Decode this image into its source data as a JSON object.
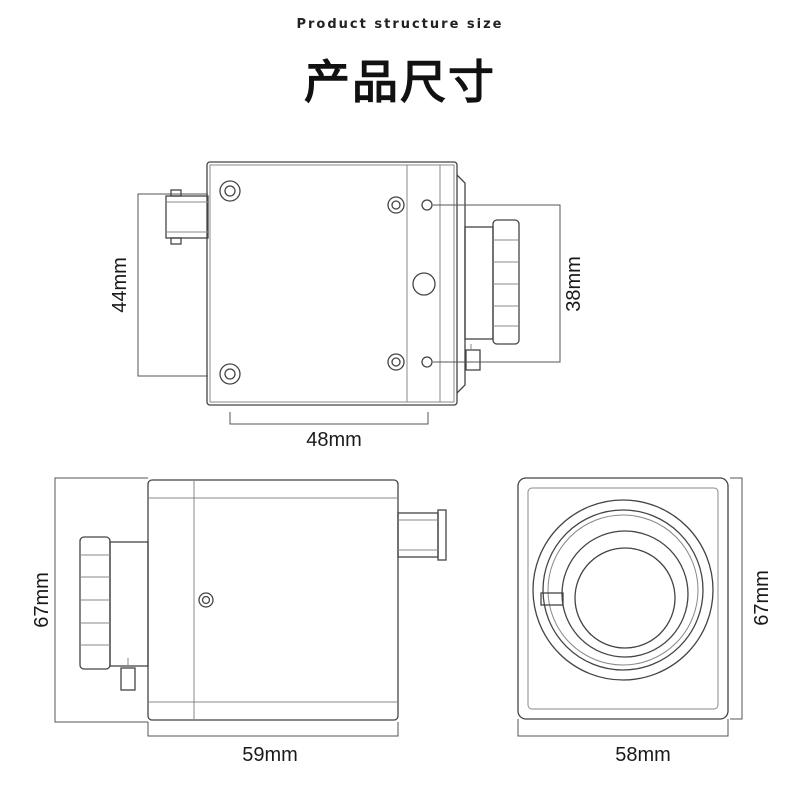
{
  "header": {
    "subtitle": "Product structure size",
    "title": "产品尺寸"
  },
  "dimensions": {
    "top_view_height": "44mm",
    "top_view_width": "48mm",
    "top_view_hole_spacing": "38mm",
    "side_view_height": "67mm",
    "side_view_length": "59mm",
    "front_view_height": "67mm",
    "front_view_width": "58mm"
  }
}
